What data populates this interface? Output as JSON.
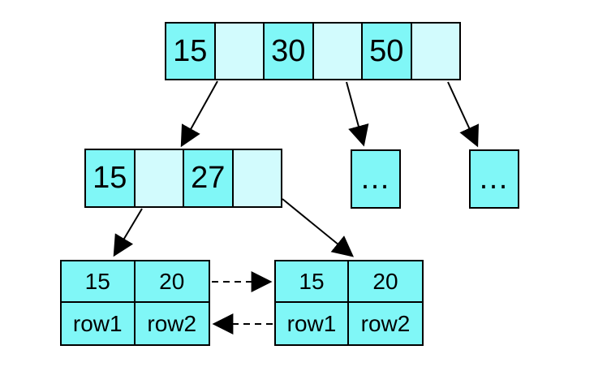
{
  "colors": {
    "key_cell": "#80F7F7",
    "pointer_cell": "#D2FBFD",
    "border": "#000000",
    "arrow": "#000000",
    "background": "#FFFFFF",
    "text": "#000000"
  },
  "tree": {
    "root": {
      "cells": [
        "15",
        "",
        "30",
        "",
        "50",
        ""
      ]
    },
    "internal": {
      "cells": [
        "15",
        "",
        "27",
        ""
      ]
    },
    "overflow": {
      "first": "…",
      "second": "…"
    },
    "leaves": {
      "left": {
        "keys": [
          "15",
          "20"
        ],
        "rows": [
          "row1",
          "row2"
        ]
      },
      "right": {
        "keys": [
          "15",
          "20"
        ],
        "rows": [
          "row1",
          "row2"
        ]
      }
    }
  }
}
